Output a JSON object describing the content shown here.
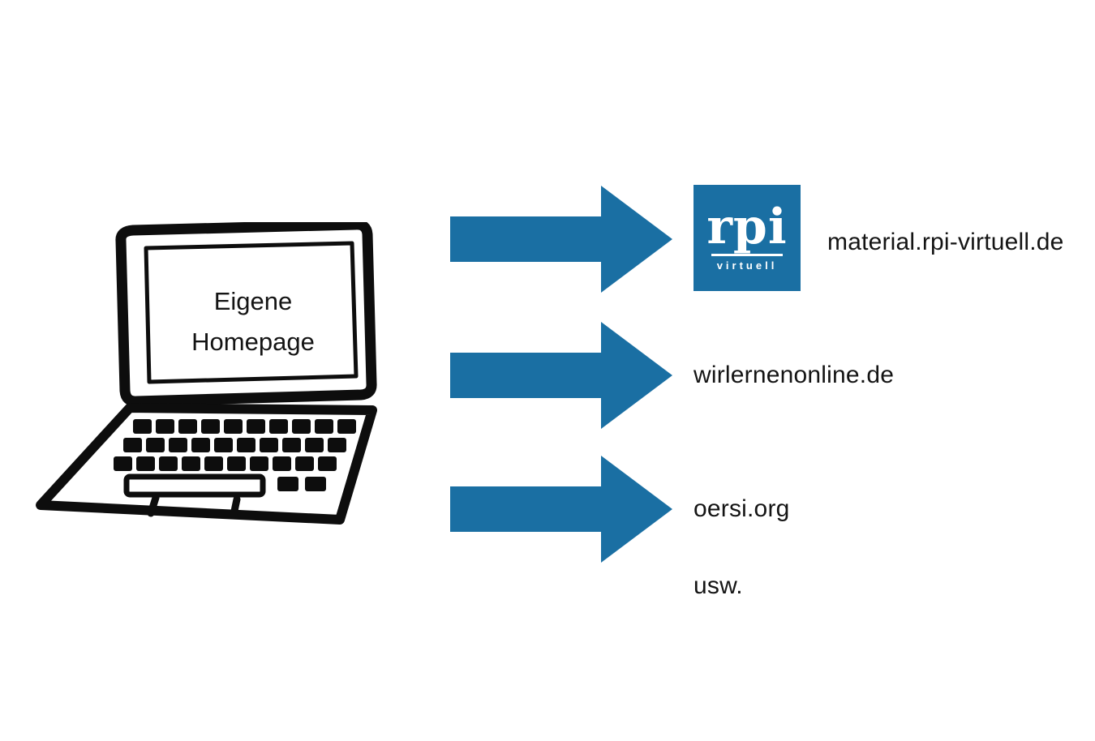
{
  "diagram": {
    "source": {
      "label_line1": "Eigene",
      "label_line2": "Homepage"
    },
    "arrow_icons": [
      "arrow-right-icon",
      "arrow-right-icon",
      "arrow-right-icon"
    ],
    "targets": [
      {
        "label": "material.rpi-virtuell.de",
        "logo": {
          "title": "rpi",
          "subtitle": "virtuell"
        }
      },
      {
        "label": "wirlernenonline.de"
      },
      {
        "label": "oersi.org"
      }
    ],
    "etc_label": "usw.",
    "colors": {
      "arrow_blue": "#1a6fa3",
      "logo_blue": "#1a6fa3",
      "sketch_black": "#0d0d0d",
      "background": "#ffffff",
      "text": "#141414"
    }
  }
}
